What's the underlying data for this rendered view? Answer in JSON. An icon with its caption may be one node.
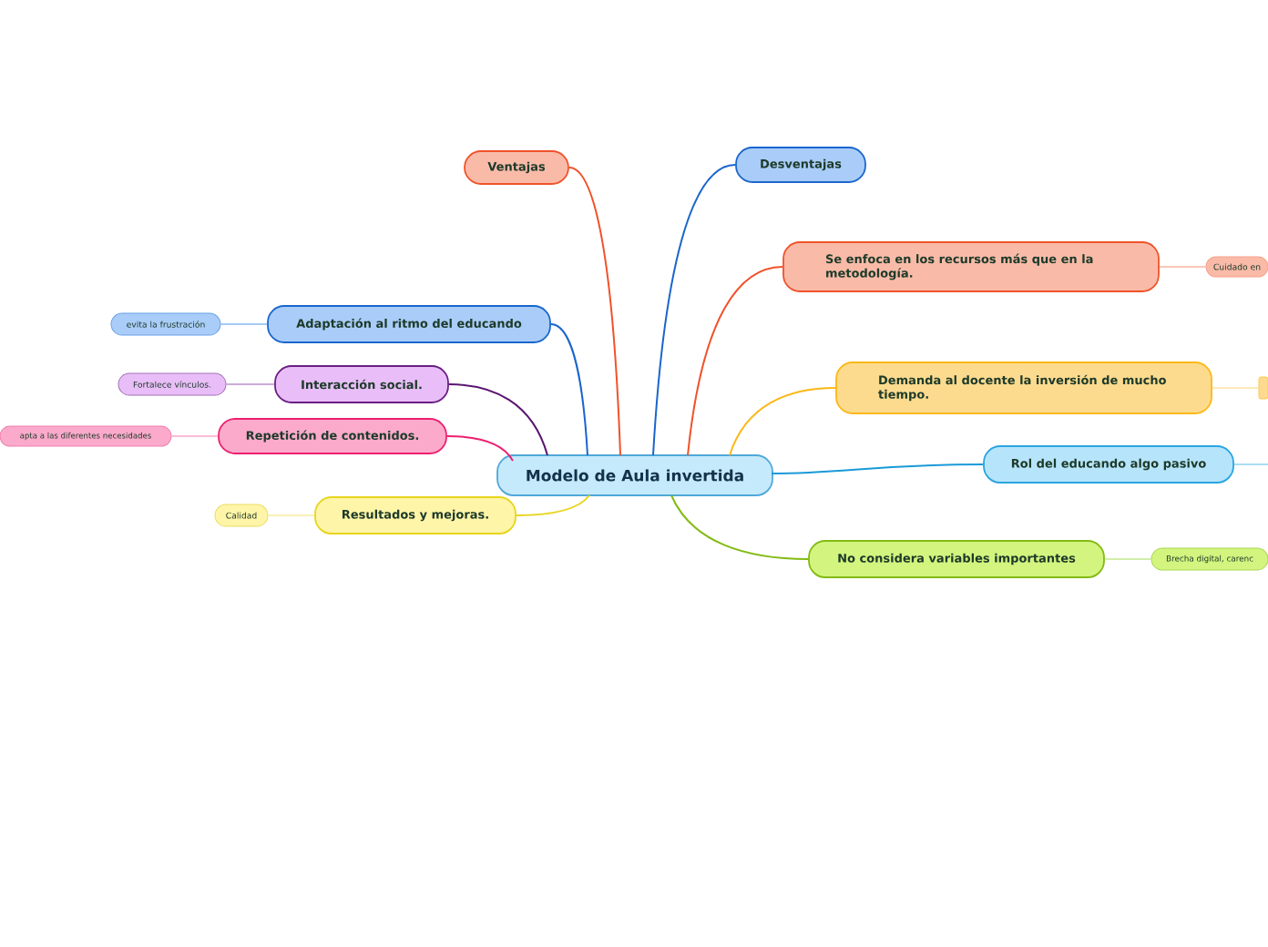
{
  "diagram": {
    "nodes": [
      {
        "text": [
          "Modelo de Aula invertida"
        ]
      },
      {
        "text": [
          "Ventajas"
        ]
      },
      {
        "text": [
          "Desventajas"
        ]
      },
      {
        "text": [
          "Se enfoca en los recursos más que en la metodología."
        ]
      },
      {
        "text": [
          "Cuidado en"
        ]
      },
      {
        "text": [
          "Demanda al docente la inversión de mucho tiempo."
        ]
      },
      {
        "text": [],
        "shape": "box"
      },
      {
        "text": [
          "Rol del educando algo pasivo"
        ]
      },
      {
        "text": [
          "No considera variables importantes"
        ]
      },
      {
        "text": [
          "Brecha digital, carenc"
        ]
      },
      {
        "text": [
          "Adaptación al ritmo del educando"
        ]
      },
      {
        "text": [
          "evita la frustración"
        ]
      },
      {
        "text": [
          "Interacción social."
        ]
      },
      {
        "text": [
          "Fortalece vínculos."
        ]
      },
      {
        "text": [
          "Repetición de contenidos."
        ]
      },
      {
        "text": [
          "apta a las diferentes necesidades"
        ]
      },
      {
        "text": [
          "Resultados y mejoras."
        ]
      },
      {
        "text": [
          "Calidad"
        ]
      }
    ],
    "edges": [
      {
        "from": 0,
        "to": 1,
        "arrow": "none",
        "color": "#f0522a"
      },
      {
        "from": 0,
        "to": 2,
        "arrow": "none",
        "color": "#1a66cc"
      },
      {
        "from": 0,
        "to": 3,
        "arrow": "none",
        "color": "#f0522a"
      },
      {
        "from": 3,
        "to": 4,
        "arrow": "none",
        "color": "#f9b5a2"
      },
      {
        "from": 0,
        "to": 5,
        "arrow": "none",
        "color": "#fbb818"
      },
      {
        "from": 5,
        "to": 6,
        "arrow": "none",
        "color": "#fde0a0"
      },
      {
        "from": 0,
        "to": 7,
        "arrow": "none",
        "color": "#1a9ad8"
      },
      {
        "from": 7,
        "to": null,
        "arrow": "none",
        "color": "#8fd0f0"
      },
      {
        "from": 0,
        "to": 8,
        "arrow": "none",
        "color": "#82bb13"
      },
      {
        "from": 8,
        "to": 9,
        "arrow": "none",
        "color": "#c5e890"
      },
      {
        "from": 0,
        "to": 10,
        "arrow": "none",
        "color": "#1a66cc"
      },
      {
        "from": 10,
        "to": 11,
        "arrow": "none",
        "color": "#8ab8f0"
      },
      {
        "from": 0,
        "to": 12,
        "arrow": "none",
        "color": "#5a1670"
      },
      {
        "from": 12,
        "to": 13,
        "arrow": "none",
        "color": "#b890c8"
      },
      {
        "from": 0,
        "to": 14,
        "arrow": "none",
        "color": "#ee1f70"
      },
      {
        "from": 14,
        "to": 15,
        "arrow": "none",
        "color": "#f8a8c8"
      },
      {
        "from": 0,
        "to": 16,
        "arrow": "none",
        "color": "#e7d51c"
      },
      {
        "from": 16,
        "to": 17,
        "arrow": "none",
        "color": "#f5eca0"
      }
    ]
  }
}
